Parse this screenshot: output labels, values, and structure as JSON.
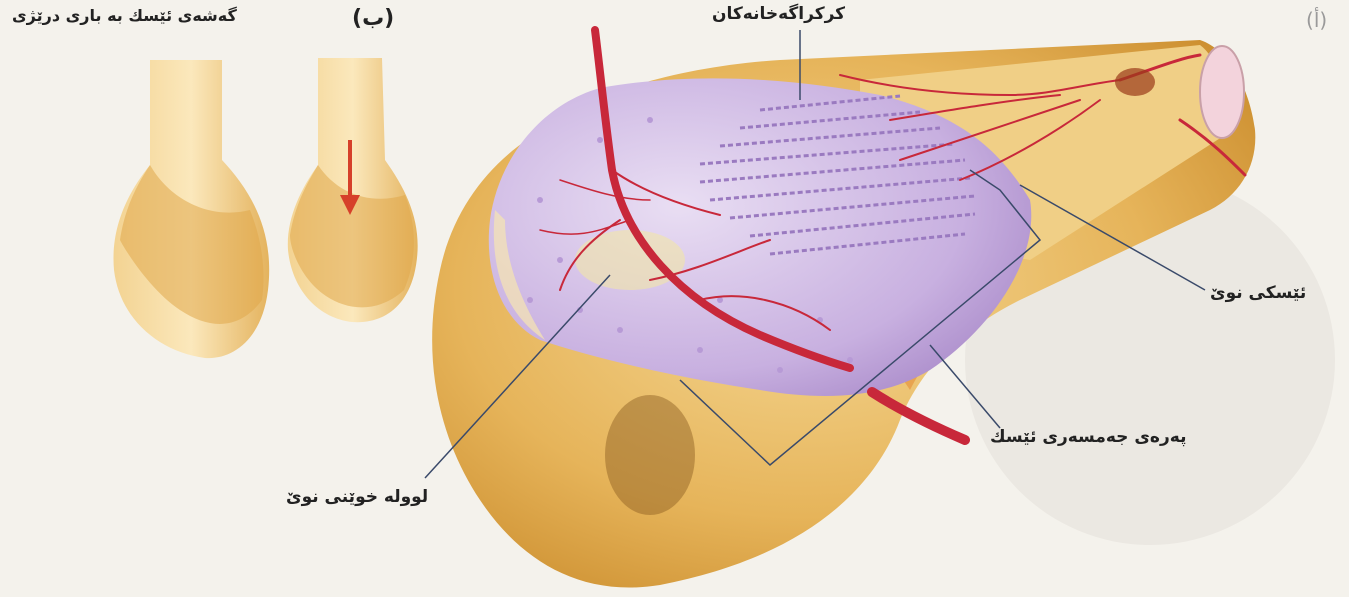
{
  "labels": {
    "growth_title": "گەشەی ئێسك بە باری درێژی",
    "panel_b": "(ب)",
    "panel_a": "(أ)",
    "cartilage": "كرکراگەخانەكان",
    "new_bone": "ئێسكی نوێ",
    "joint_bone_layer": "پەرەی جەمسەری ئێسك",
    "new_blood_vessel": "لوولە خوێنی نوێ"
  },
  "colors": {
    "bone": "#e8b860",
    "bone_dark": "#c98a2a",
    "cartilage": "#c9b2e0",
    "vessel": "#c8283a",
    "background": "#f4f2ec"
  }
}
